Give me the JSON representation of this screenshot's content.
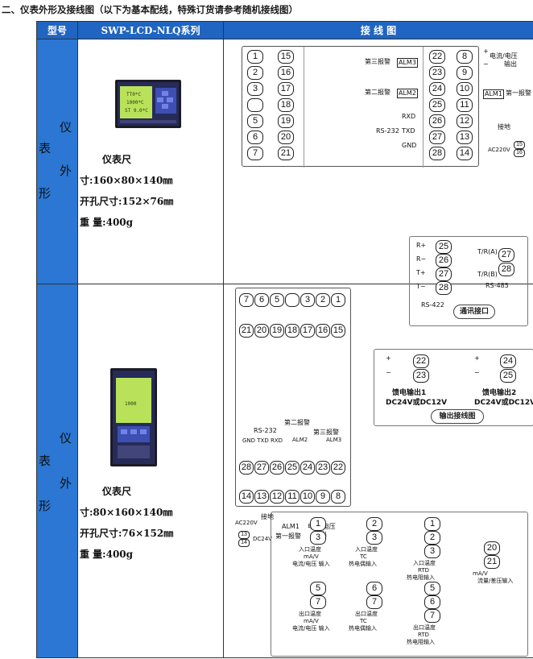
{
  "heading": "二、仪表外形及接线图（以下为基本配线，特殊订货请参考随机接线图）",
  "table_header": {
    "col1": "型号",
    "col2": "SWP-LCD-NLQ系列",
    "col3": "接 线 图"
  },
  "rows": [
    {
      "side_label": [
        "仪",
        "表",
        "外",
        "形"
      ],
      "size_line1": "仪表尺",
      "size_line2": "寸:160×80×140㎜",
      "cutout": "开孔尺寸:152×76㎜",
      "weight": "重 量:400g",
      "device_screen": {
        "line1": "TT0*C",
        "line2": "1000*C",
        "line3": "ST 9.0*C"
      }
    },
    {
      "side_label": [
        "仪",
        "表",
        "外",
        "形"
      ],
      "size_line1": "仪表尺",
      "size_line2": "寸:80×160×140㎜",
      "cutout": "开孔尺寸:76×152㎜",
      "weight": "重 量:400g",
      "device_screen": {
        "line1": "1000"
      }
    }
  ],
  "diagram1": {
    "left_terminals": [
      [
        "1",
        "15"
      ],
      [
        "2",
        "16"
      ],
      [
        "3",
        "17"
      ],
      [
        "",
        "18"
      ],
      [
        "5",
        "19"
      ],
      [
        "6",
        "20"
      ],
      [
        "7",
        "21"
      ]
    ],
    "right_terminals": [
      [
        "22",
        "8"
      ],
      [
        "23",
        "9"
      ],
      [
        "24",
        "10"
      ],
      [
        "25",
        "11"
      ],
      [
        "26",
        "12"
      ],
      [
        "27",
        "13"
      ],
      [
        "28",
        "14"
      ]
    ],
    "alarm3": "第三报警",
    "alm3": "ALM3",
    "alarm2": "第二报警",
    "alm2": "ALM2",
    "rxd": "RXD",
    "txd": "TXD",
    "gnd": "GND",
    "rs232": "RS-232",
    "current_out": "电流/电压",
    "output": "输出",
    "alm1": "ALM1",
    "alarm1": "第一报警",
    "ground": "接地",
    "ac220": "AC220V",
    "plus": "+",
    "minus": "−",
    "mini_terms": [
      "15",
      "16"
    ]
  },
  "diagram2": {
    "top_row": [
      "7",
      "6",
      "5",
      "",
      "3",
      "2",
      "1"
    ],
    "row2": [
      "21",
      "20",
      "19",
      "18",
      "17",
      "16",
      "15"
    ],
    "row3": [
      "28",
      "27",
      "26",
      "25",
      "24",
      "23",
      "22"
    ],
    "row4": [
      "14",
      "13",
      "12",
      "11",
      "10",
      "9",
      "8"
    ],
    "rs232": "RS-232",
    "gnd_txd_rxd": "GND TXD RXD",
    "alarm2": "第二报警",
    "alarm3": "第三报警",
    "alm2": "ALM2",
    "alm3": "ALM3",
    "ac220": "AC220V",
    "ground": "接地",
    "alm1": "ALM1",
    "alarm1": "第一报警",
    "current_out": "电流/电压",
    "output": "输出",
    "dc24": "DC24V",
    "mini_terms": [
      "13",
      "14"
    ]
  },
  "comm": {
    "left_labels": [
      "R+",
      "R−",
      "T+",
      "T−"
    ],
    "left_terms": [
      "25",
      "26",
      "27",
      "28"
    ],
    "rs422": "RS-422",
    "right_labels": [
      "T/R(A)",
      "T/R(B)"
    ],
    "right_terms": [
      "27",
      "28"
    ],
    "rs485": "RS-485",
    "caption": "通讯接口"
  },
  "feed": {
    "left_terms": [
      "22",
      "23"
    ],
    "left_title": "馈电输出1",
    "left_sub": "DC24V或DC12V",
    "right_terms": [
      "24",
      "25"
    ],
    "right_title": "馈电输出2",
    "right_sub": "DC24V或DC12V",
    "caption": "输出接线图"
  },
  "inputs": {
    "a": {
      "terms": [
        "1",
        "3"
      ],
      "l1": "入口温度",
      "l2": "mA/V",
      "l3": "电流/电压 输入"
    },
    "b": {
      "terms": [
        "2",
        "3"
      ],
      "l1": "入口温度",
      "l2": "TC",
      "l3": "热电偶输入"
    },
    "c": {
      "terms": [
        "1",
        "2",
        "3"
      ],
      "l1": "入口温度",
      "l2": "RTD",
      "l3": "热电阻输入"
    },
    "d": {
      "terms": [
        "20",
        "21"
      ],
      "l1": "mA/V",
      "l2": "流量/差压输入"
    },
    "e": {
      "terms": [
        "5",
        "7"
      ],
      "l1": "出口温度",
      "l2": "mA/V",
      "l3": "电流/电压 输入"
    },
    "f": {
      "terms": [
        "6",
        "7"
      ],
      "l1": "出口温度",
      "l2": "TC",
      "l3": "热电偶输入"
    },
    "g": {
      "terms": [
        "5",
        "6",
        "7"
      ],
      "l1": "出口温度",
      "l2": "RTD",
      "l3": "热电阻输入"
    }
  },
  "colors": {
    "header_blue": "#1f65c1",
    "side_blue": "#2b77d3",
    "lcd_green": "#b9e25a"
  }
}
